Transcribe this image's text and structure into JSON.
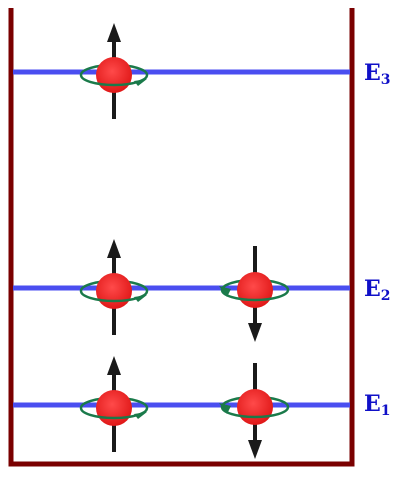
{
  "colors": {
    "well_wall": "#7a0000",
    "energy_level": "#4a4ef0",
    "electron": "#ee2222",
    "spin_arrow": "#1a1a1a",
    "rotation_loop": "#1a7a4a",
    "label": "#1010c8"
  },
  "levels": [
    {
      "id": "E3",
      "label_main": "E",
      "label_sub": "3",
      "electrons": [
        {
          "spin": "up"
        }
      ]
    },
    {
      "id": "E2",
      "label_main": "E",
      "label_sub": "2",
      "electrons": [
        {
          "spin": "up"
        },
        {
          "spin": "down"
        }
      ]
    },
    {
      "id": "E1",
      "label_main": "E",
      "label_sub": "1",
      "electrons": [
        {
          "spin": "up"
        },
        {
          "spin": "down"
        }
      ]
    }
  ]
}
